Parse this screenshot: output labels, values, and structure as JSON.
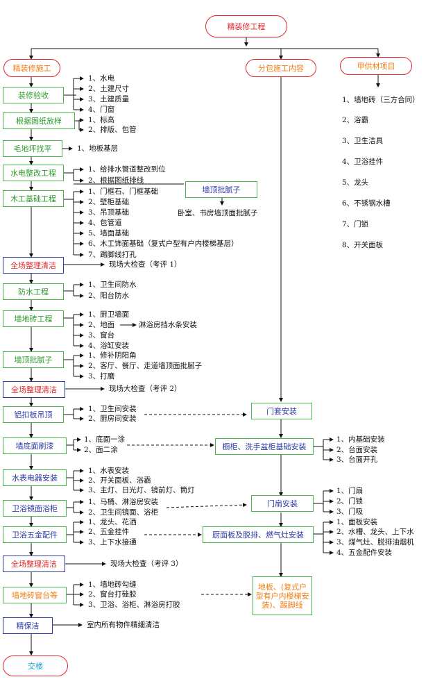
{
  "root": "精装修工程",
  "branches": {
    "construction": "精装修施工",
    "subcontract": "分包施工内容",
    "supplied": "甲供材项目"
  },
  "supplied_items": [
    "1、墙地砖（三方合同）",
    "2、浴霸",
    "3、卫生洁具",
    "4、卫浴挂件",
    "5、龙头",
    "6、不锈钢水槽",
    "7、门锁",
    "8、开关面板"
  ],
  "steps": [
    {
      "label": "装修验收",
      "items": [
        "1、水电",
        "2、土建尺寸",
        "3、土建质量",
        "4、门窗"
      ]
    },
    {
      "label": "根据图纸放样",
      "items": [
        "1、标高",
        "2、排版、包管"
      ]
    },
    {
      "label": "毛地坪找平",
      "items": [
        "1、地板基层"
      ]
    },
    {
      "label": "水电整改工程",
      "items": [
        "1、给排水管道整改到位",
        "2、根据图纸排线"
      ]
    },
    {
      "label": "木工基础工程",
      "items": [
        "1、门框石、门框基础",
        "2、壁柜基础",
        "3、吊顶基础",
        "4、包管道",
        "5、墙面基础",
        "6、木工饰面基础（复式户型有户内楼梯基层）",
        "7、踢脚线打孔"
      ]
    },
    {
      "label": "全场整理清洁",
      "items": [
        "现场大检查（考评 1）"
      ]
    },
    {
      "label": "防水工程",
      "items": [
        "1、卫生间防水",
        "2、阳台防水"
      ]
    },
    {
      "label": "墙地砖工程",
      "items": [
        "1、厨卫墙面",
        "2、地面",
        "3、窗台",
        "4、浴缸安装"
      ]
    },
    {
      "label": "墙顶批腻子",
      "items": [
        "1、修补阴阳角",
        "2、客厅、餐厅、走道墙顶面批腻子",
        "3、打磨"
      ]
    },
    {
      "label": "全场整理清洁",
      "items": [
        "现场大检查（考评 2）"
      ]
    },
    {
      "label": "铝扣板吊顶",
      "items": [
        "1、卫生间安装",
        "2、厨房间安装"
      ]
    },
    {
      "label": "墙底面刷漆",
      "items": [
        "1、底面一涂",
        "2、面二涂"
      ]
    },
    {
      "label": "水表电器安装",
      "items": [
        "1、水表安装",
        "2、开关面板、浴霸",
        "3、主灯、日光灯、镜前灯、筒灯"
      ]
    },
    {
      "label": "卫浴镜面浴柜",
      "items": [
        "1、马桶、淋浴房安装",
        "2、卫生间镜面、浴柜"
      ]
    },
    {
      "label": "卫浴五金配件",
      "items": [
        "1、龙头、花洒",
        "2、五金挂件",
        "3、上下水接通"
      ]
    },
    {
      "label": "全场整理清洁",
      "items": [
        "现场大检查（考评 3）"
      ]
    },
    {
      "label": "墙地砖窗台等",
      "items": [
        "1、墙地砖勾缝",
        "2、窗台打硅胶",
        "3、卫浴、浴柜、淋浴房打胶"
      ]
    },
    {
      "label": "精保洁",
      "items": [
        "室内所有物件精细清洁"
      ]
    }
  ],
  "handover": "交楼",
  "side_notes": {
    "ceiling_putty": "墙顶批腻子",
    "ceiling_putty_note": "卧室、书房墙顶面批腻子",
    "floor_extra": "淋浴房挡水条安装"
  },
  "sub_steps": [
    {
      "label": "门套安装",
      "items": []
    },
    {
      "label": "橱柜、洗手盆柜基础安装",
      "items": [
        "1、内基础安装",
        "2、台面安装",
        "3、台面开孔"
      ]
    },
    {
      "label": "门扇安装",
      "items": [
        "1、门扇",
        "2、门锁",
        "3、门吸"
      ]
    },
    {
      "label": "厨面板及脱排、燃气灶安装",
      "items": [
        "1、面板安装",
        "2、水槽、龙头、上下水",
        "3、煤气灶、脱排油烟机",
        "4、五金配件安装"
      ]
    },
    {
      "label": "地板、(复式户型有户内楼梯安装)、踢脚线",
      "items": []
    }
  ]
}
